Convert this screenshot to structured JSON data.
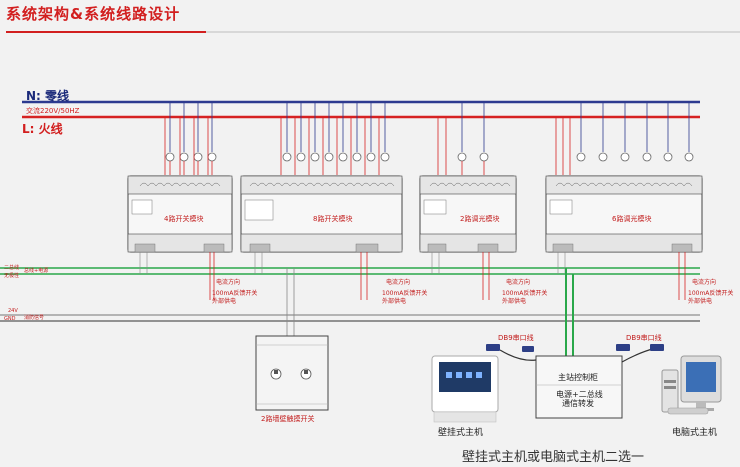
{
  "title": "系统架构&系统线路设计",
  "lines": {
    "neutral": "N: 零线",
    "live": "L: 火线",
    "ac_power": "交流220V/50HZ",
    "bus_two_wire": "二总线",
    "bus_no_polarity": "无极性",
    "bus_small": "总线+电源",
    "dc_24v": "24V",
    "gnd": "GND",
    "fire_signal": "消防信号"
  },
  "modules": [
    {
      "label": "4路开关模块"
    },
    {
      "label": "8路开关模块"
    },
    {
      "label": "2路调光模块"
    },
    {
      "label": "6路调光模块"
    }
  ],
  "annotations": {
    "current_direction": "电流方向",
    "feedback_switch": "100mA反馈开关",
    "external_power": "外部供电"
  },
  "wall_switch_label": "2路墙壁触摸开关",
  "serial_line": "DB9串口线",
  "controller": {
    "title": "主站控制柜",
    "line1": "电源+二总线",
    "line2": "通信转发"
  },
  "wall_host_label": "壁挂式主机",
  "pc_host_label": "电脑式主机",
  "bottom_caption": "壁挂式主机或电脑式主机二选一",
  "colors": {
    "neutral": "#2c3a8f",
    "live": "#d62222",
    "bus": "#2aa84a",
    "accent_title": "#d21f1f"
  }
}
